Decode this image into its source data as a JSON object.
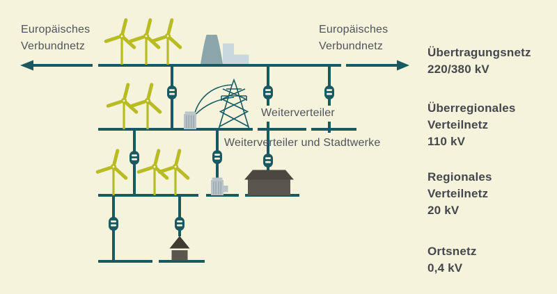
{
  "colors": {
    "background": "#f5f3dc",
    "line": "#195a62",
    "turbine": "#b8bc22",
    "tower": "#8ca7ac",
    "plant": "#c8d8de",
    "substation": "#b9c4c7",
    "substation_stripe": "#9dabae",
    "building": "#5a564d",
    "roof": "#4c473f",
    "house_roof": "#3f3a32",
    "label_text": "#50535a",
    "heading_text": "#45474c"
  },
  "labels": {
    "european_grid_left": {
      "line1": "Europäisches",
      "line2": "Verbundnetz"
    },
    "european_grid_right": {
      "line1": "Europäisches",
      "line2": "Verbundnetz"
    },
    "weiterverteiler": "Weiterverteiler",
    "weiterverteiler_und_stadtwerke": "Weiterverteiler und Stadtwerke"
  },
  "levels": [
    {
      "name": "Übertragungsnetz",
      "voltage": "220/380 kV"
    },
    {
      "name": "Überregionales Verteilnetz",
      "voltage": "110 kV"
    },
    {
      "name": "Regionales Verteilnetz",
      "voltage": "20 kV"
    },
    {
      "name": "Ortsnetz",
      "voltage": "0,4 kV"
    }
  ],
  "icons": {
    "wind_turbine": "svg-shape",
    "power_plant": "svg-shape",
    "transmission_tower": "svg-shape",
    "transformer": "svg-shape",
    "substation_building": "svg-shape",
    "stadtwerke_building": "svg-shape",
    "house": "svg-shape",
    "arrow_left": "svg-shape",
    "arrow_right": "svg-shape"
  }
}
